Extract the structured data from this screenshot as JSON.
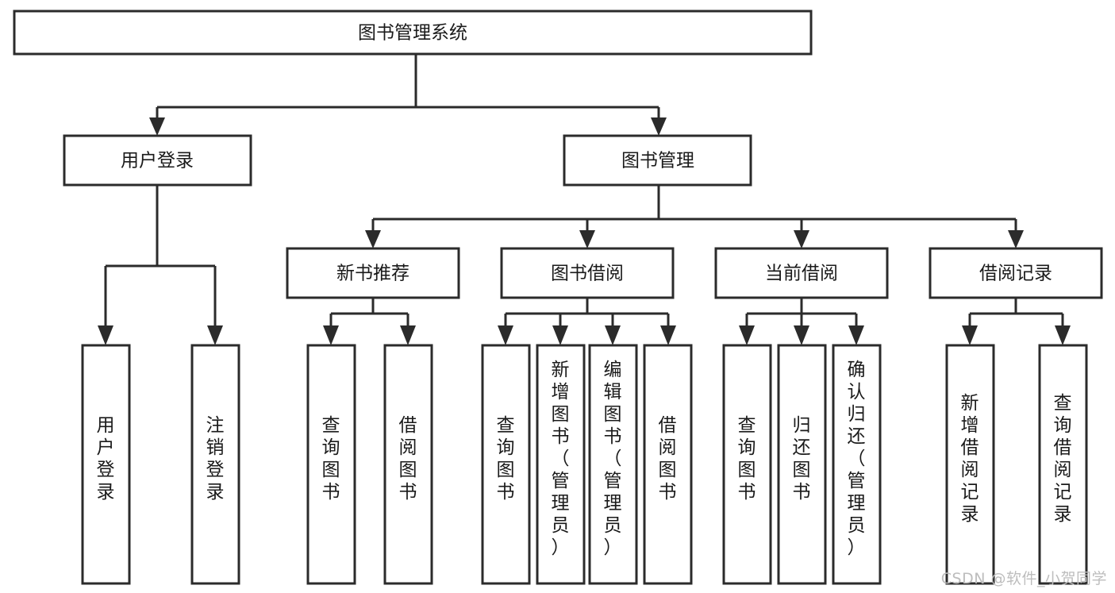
{
  "diagram": {
    "title": "图书管理系统",
    "type": "tree-hierarchy",
    "watermark": "CSDN @软件_小贺同学",
    "colors": {
      "stroke": "#2b2b2b",
      "fill": "#ffffff",
      "text": "#1a1a1a",
      "watermark": "#bdbdbd"
    },
    "root": {
      "label": "图书管理系统"
    },
    "level2": [
      {
        "label": "用户登录"
      },
      {
        "label": "图书管理"
      }
    ],
    "level3": [
      {
        "label": "新书推荐"
      },
      {
        "label": "图书借阅"
      },
      {
        "label": "当前借阅"
      },
      {
        "label": "借阅记录"
      }
    ],
    "leaves": {
      "user_login": [
        {
          "label": "用户登录"
        },
        {
          "label": "注销登录"
        }
      ],
      "new_book_recommend": [
        {
          "label": "查询图书"
        },
        {
          "label": "借阅图书"
        }
      ],
      "book_borrow": [
        {
          "label": "查询图书"
        },
        {
          "label": "新增图书（管理员）"
        },
        {
          "label": "编辑图书（管理员）"
        },
        {
          "label": "借阅图书"
        }
      ],
      "current_borrow": [
        {
          "label": "查询图书"
        },
        {
          "label": "归还图书"
        },
        {
          "label": "确认归还（管理员）"
        }
      ],
      "borrow_record": [
        {
          "label": "新增借阅记录"
        },
        {
          "label": "查询借阅记录"
        }
      ]
    }
  }
}
